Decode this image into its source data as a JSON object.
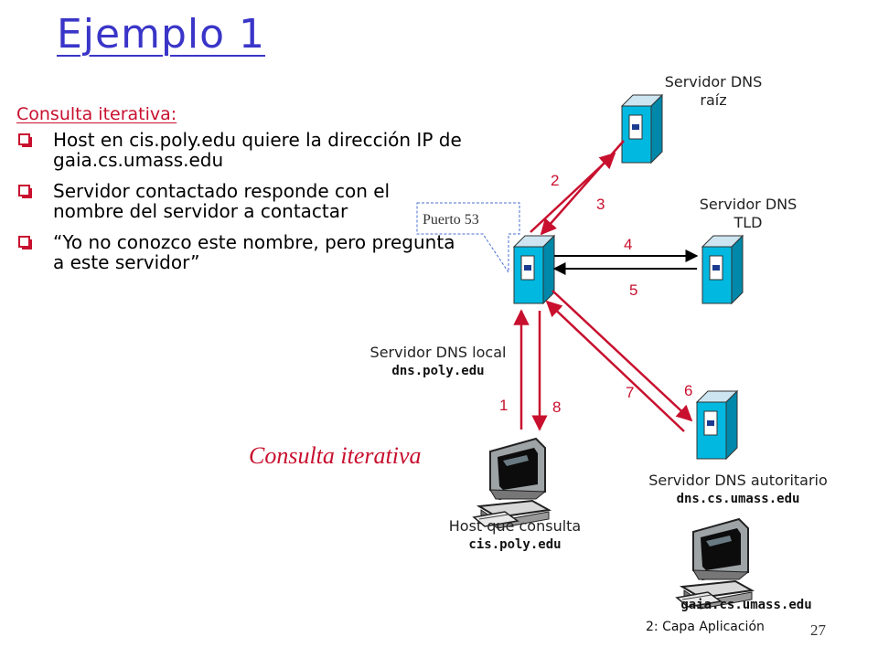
{
  "slide": {
    "title": "Ejemplo 1",
    "subheading": "Consulta iterativa:",
    "bullets": [
      "Host en cis.poly.edu quiere la dirección IP de gaia.cs.umass.edu",
      "Servidor contactado responde con el nombre del servidor a contactar",
      "“Yo no conozco este nombre, pero pregunta a este servidor”"
    ],
    "footer": "2: Capa Aplicación",
    "page_number": "27"
  },
  "diagram": {
    "root_server": {
      "line1": "Servidor DNS",
      "line2": "raíz"
    },
    "tld_server": {
      "line1": "Servidor DNS",
      "line2": "TLD"
    },
    "local_server": {
      "label": "Servidor DNS local",
      "host": "dns.poly.edu"
    },
    "auth_server": {
      "label": "Servidor DNS autoritario",
      "host": "dns.cs.umass.edu"
    },
    "querying_host": {
      "label": "Host que consulta",
      "host": "cis.poly.edu"
    },
    "target_host": {
      "host": "gaia.cs.umass.edu"
    },
    "callout": "Puerto 53",
    "caption": "Consulta iterativa",
    "steps": [
      "1",
      "2",
      "3",
      "4",
      "5",
      "6",
      "7",
      "8"
    ]
  },
  "colors": {
    "title": "#3a35c8",
    "accent": "#c8102e",
    "server_body": "#00b8e0",
    "server_top": "#cde5f0"
  }
}
